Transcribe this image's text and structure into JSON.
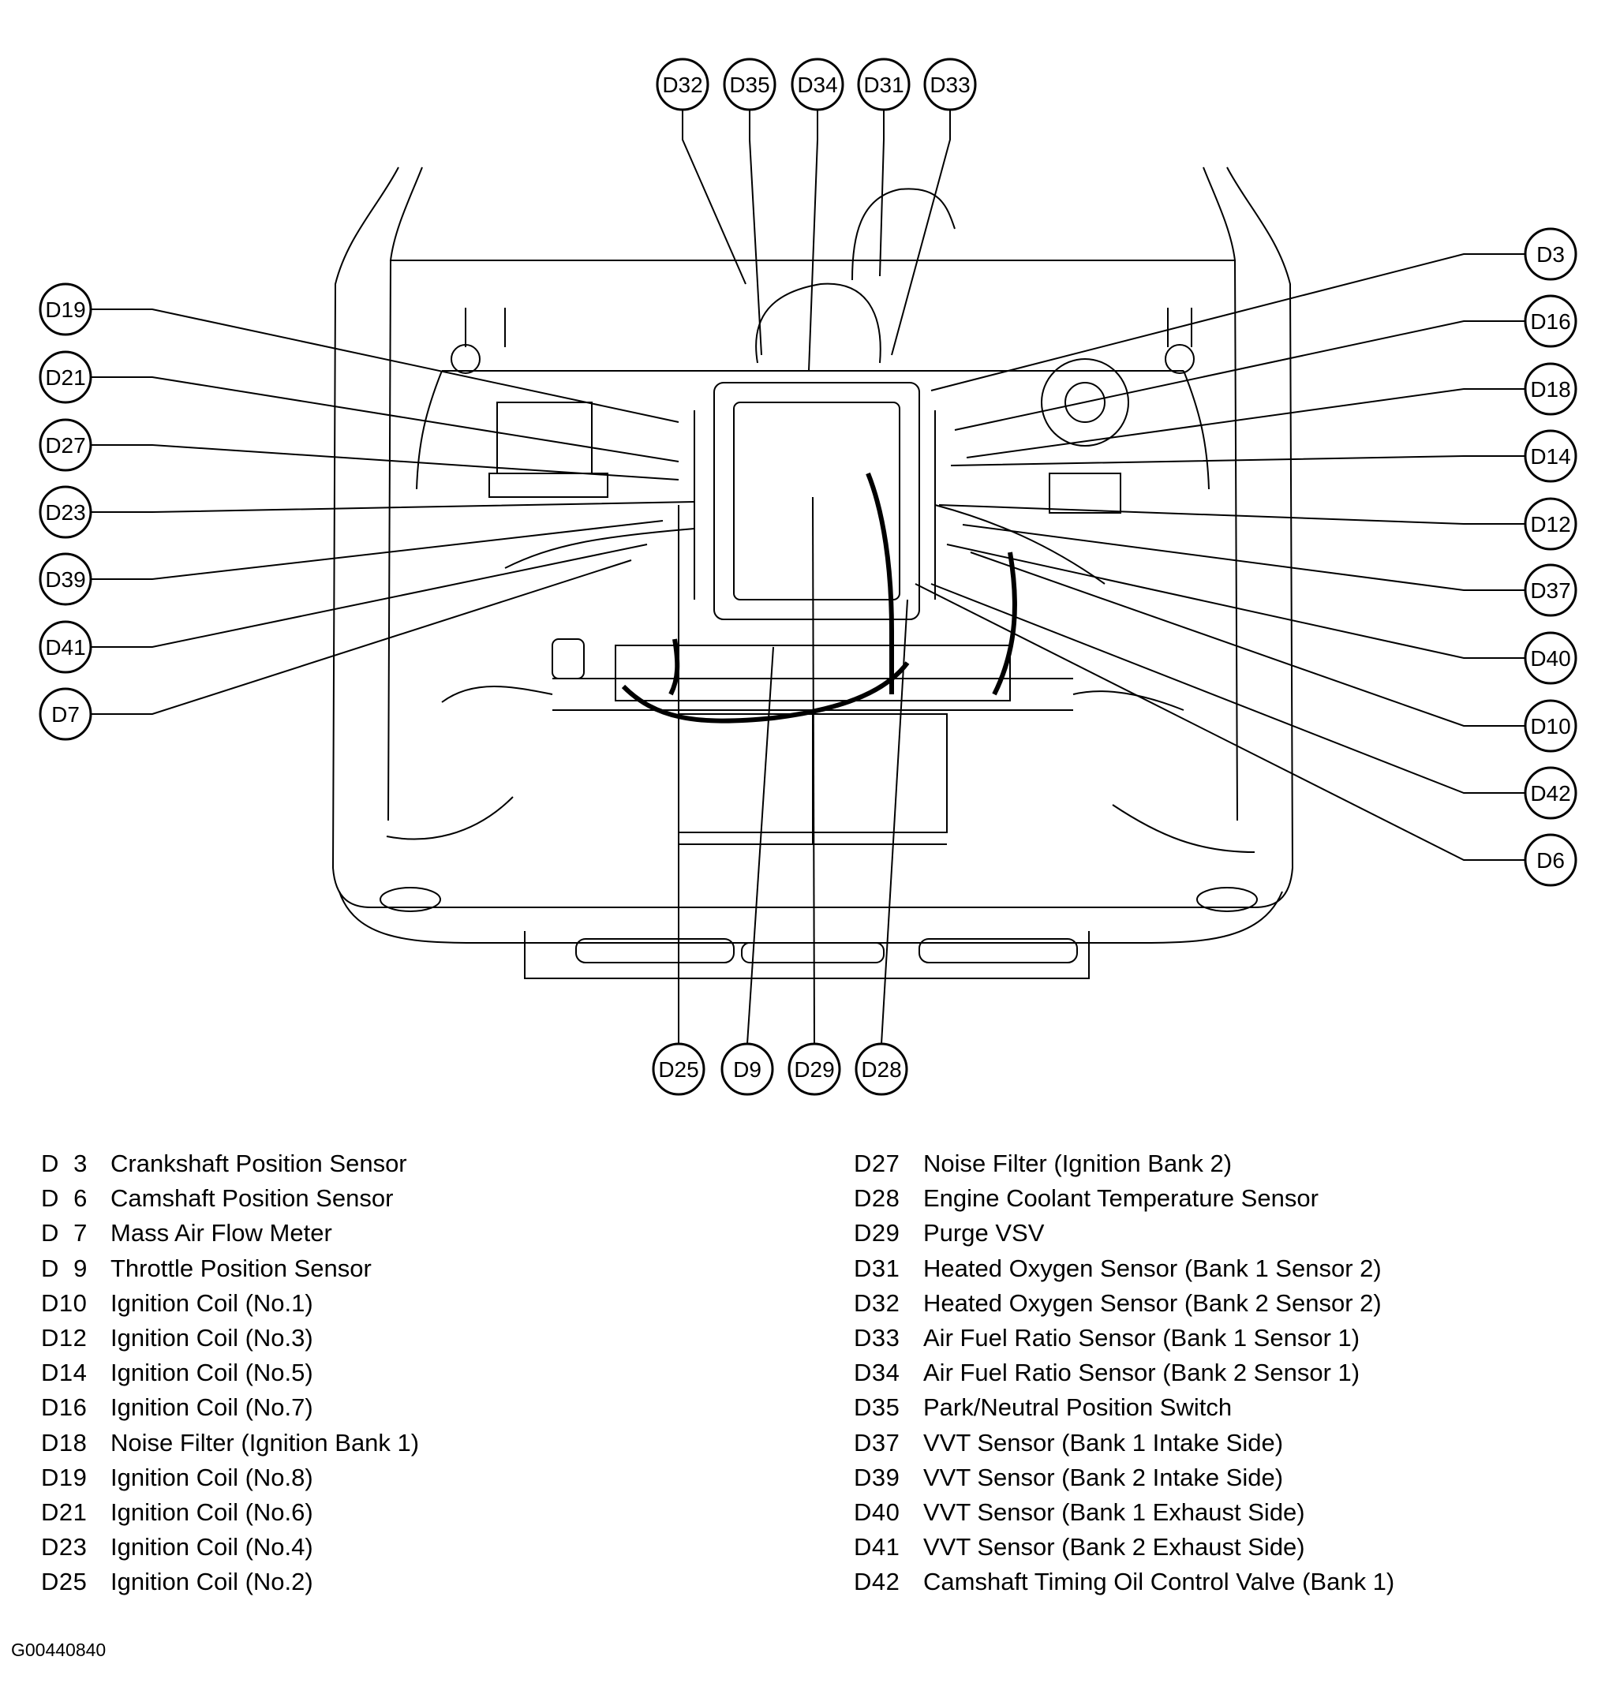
{
  "callouts": [
    {
      "id": "D32",
      "label": "D32"
    },
    {
      "id": "D35",
      "label": "D35"
    },
    {
      "id": "D34",
      "label": "D34"
    },
    {
      "id": "D31",
      "label": "D31"
    },
    {
      "id": "D33",
      "label": "D33"
    },
    {
      "id": "D3",
      "label": "D3"
    },
    {
      "id": "D16",
      "label": "D16"
    },
    {
      "id": "D18",
      "label": "D18"
    },
    {
      "id": "D14",
      "label": "D14"
    },
    {
      "id": "D12",
      "label": "D12"
    },
    {
      "id": "D37",
      "label": "D37"
    },
    {
      "id": "D40",
      "label": "D40"
    },
    {
      "id": "D10",
      "label": "D10"
    },
    {
      "id": "D42",
      "label": "D42"
    },
    {
      "id": "D6",
      "label": "D6"
    },
    {
      "id": "D19",
      "label": "D19"
    },
    {
      "id": "D21",
      "label": "D21"
    },
    {
      "id": "D27",
      "label": "D27"
    },
    {
      "id": "D23",
      "label": "D23"
    },
    {
      "id": "D39",
      "label": "D39"
    },
    {
      "id": "D41",
      "label": "D41"
    },
    {
      "id": "D7",
      "label": "D7"
    },
    {
      "id": "D25",
      "label": "D25"
    },
    {
      "id": "D9",
      "label": "D9"
    },
    {
      "id": "D29",
      "label": "D29"
    },
    {
      "id": "D28",
      "label": "D28"
    }
  ],
  "legend_left": [
    {
      "code": "D  3",
      "name": "Crankshaft Position Sensor"
    },
    {
      "code": "D  6",
      "name": "Camshaft Position Sensor"
    },
    {
      "code": "D  7",
      "name": "Mass Air Flow Meter"
    },
    {
      "code": "D  9",
      "name": "Throttle Position Sensor"
    },
    {
      "code": "D10",
      "name": "Ignition Coil (No.1)"
    },
    {
      "code": "D12",
      "name": "Ignition Coil (No.3)"
    },
    {
      "code": "D14",
      "name": "Ignition Coil (No.5)"
    },
    {
      "code": "D16",
      "name": "Ignition Coil (No.7)"
    },
    {
      "code": "D18",
      "name": "Noise Filter (Ignition Bank 1)"
    },
    {
      "code": "D19",
      "name": "Ignition Coil (No.8)"
    },
    {
      "code": "D21",
      "name": "Ignition Coil (No.6)"
    },
    {
      "code": "D23",
      "name": "Ignition Coil (No.4)"
    },
    {
      "code": "D25",
      "name": "Ignition Coil (No.2)"
    }
  ],
  "legend_right": [
    {
      "code": "D27",
      "name": "Noise Filter (Ignition Bank 2)"
    },
    {
      "code": "D28",
      "name": "Engine Coolant Temperature Sensor"
    },
    {
      "code": "D29",
      "name": "Purge VSV"
    },
    {
      "code": "D31",
      "name": "Heated Oxygen Sensor (Bank 1 Sensor 2)"
    },
    {
      "code": "D32",
      "name": "Heated Oxygen Sensor (Bank 2 Sensor 2)"
    },
    {
      "code": "D33",
      "name": "Air Fuel Ratio Sensor (Bank 1 Sensor 1)"
    },
    {
      "code": "D34",
      "name": "Air Fuel Ratio Sensor (Bank 2 Sensor 1)"
    },
    {
      "code": "D35",
      "name": "Park/Neutral Position Switch"
    },
    {
      "code": "D37",
      "name": "VVT Sensor (Bank 1 Intake Side)"
    },
    {
      "code": "D39",
      "name": "VVT Sensor (Bank 2 Intake Side)"
    },
    {
      "code": "D40",
      "name": "VVT Sensor (Bank 1 Exhaust Side)"
    },
    {
      "code": "D41",
      "name": "VVT Sensor (Bank 2 Exhaust Side)"
    },
    {
      "code": "D42",
      "name": "Camshaft Timing Oil Control Valve (Bank 1)"
    }
  ],
  "figure_id": "G00440840"
}
